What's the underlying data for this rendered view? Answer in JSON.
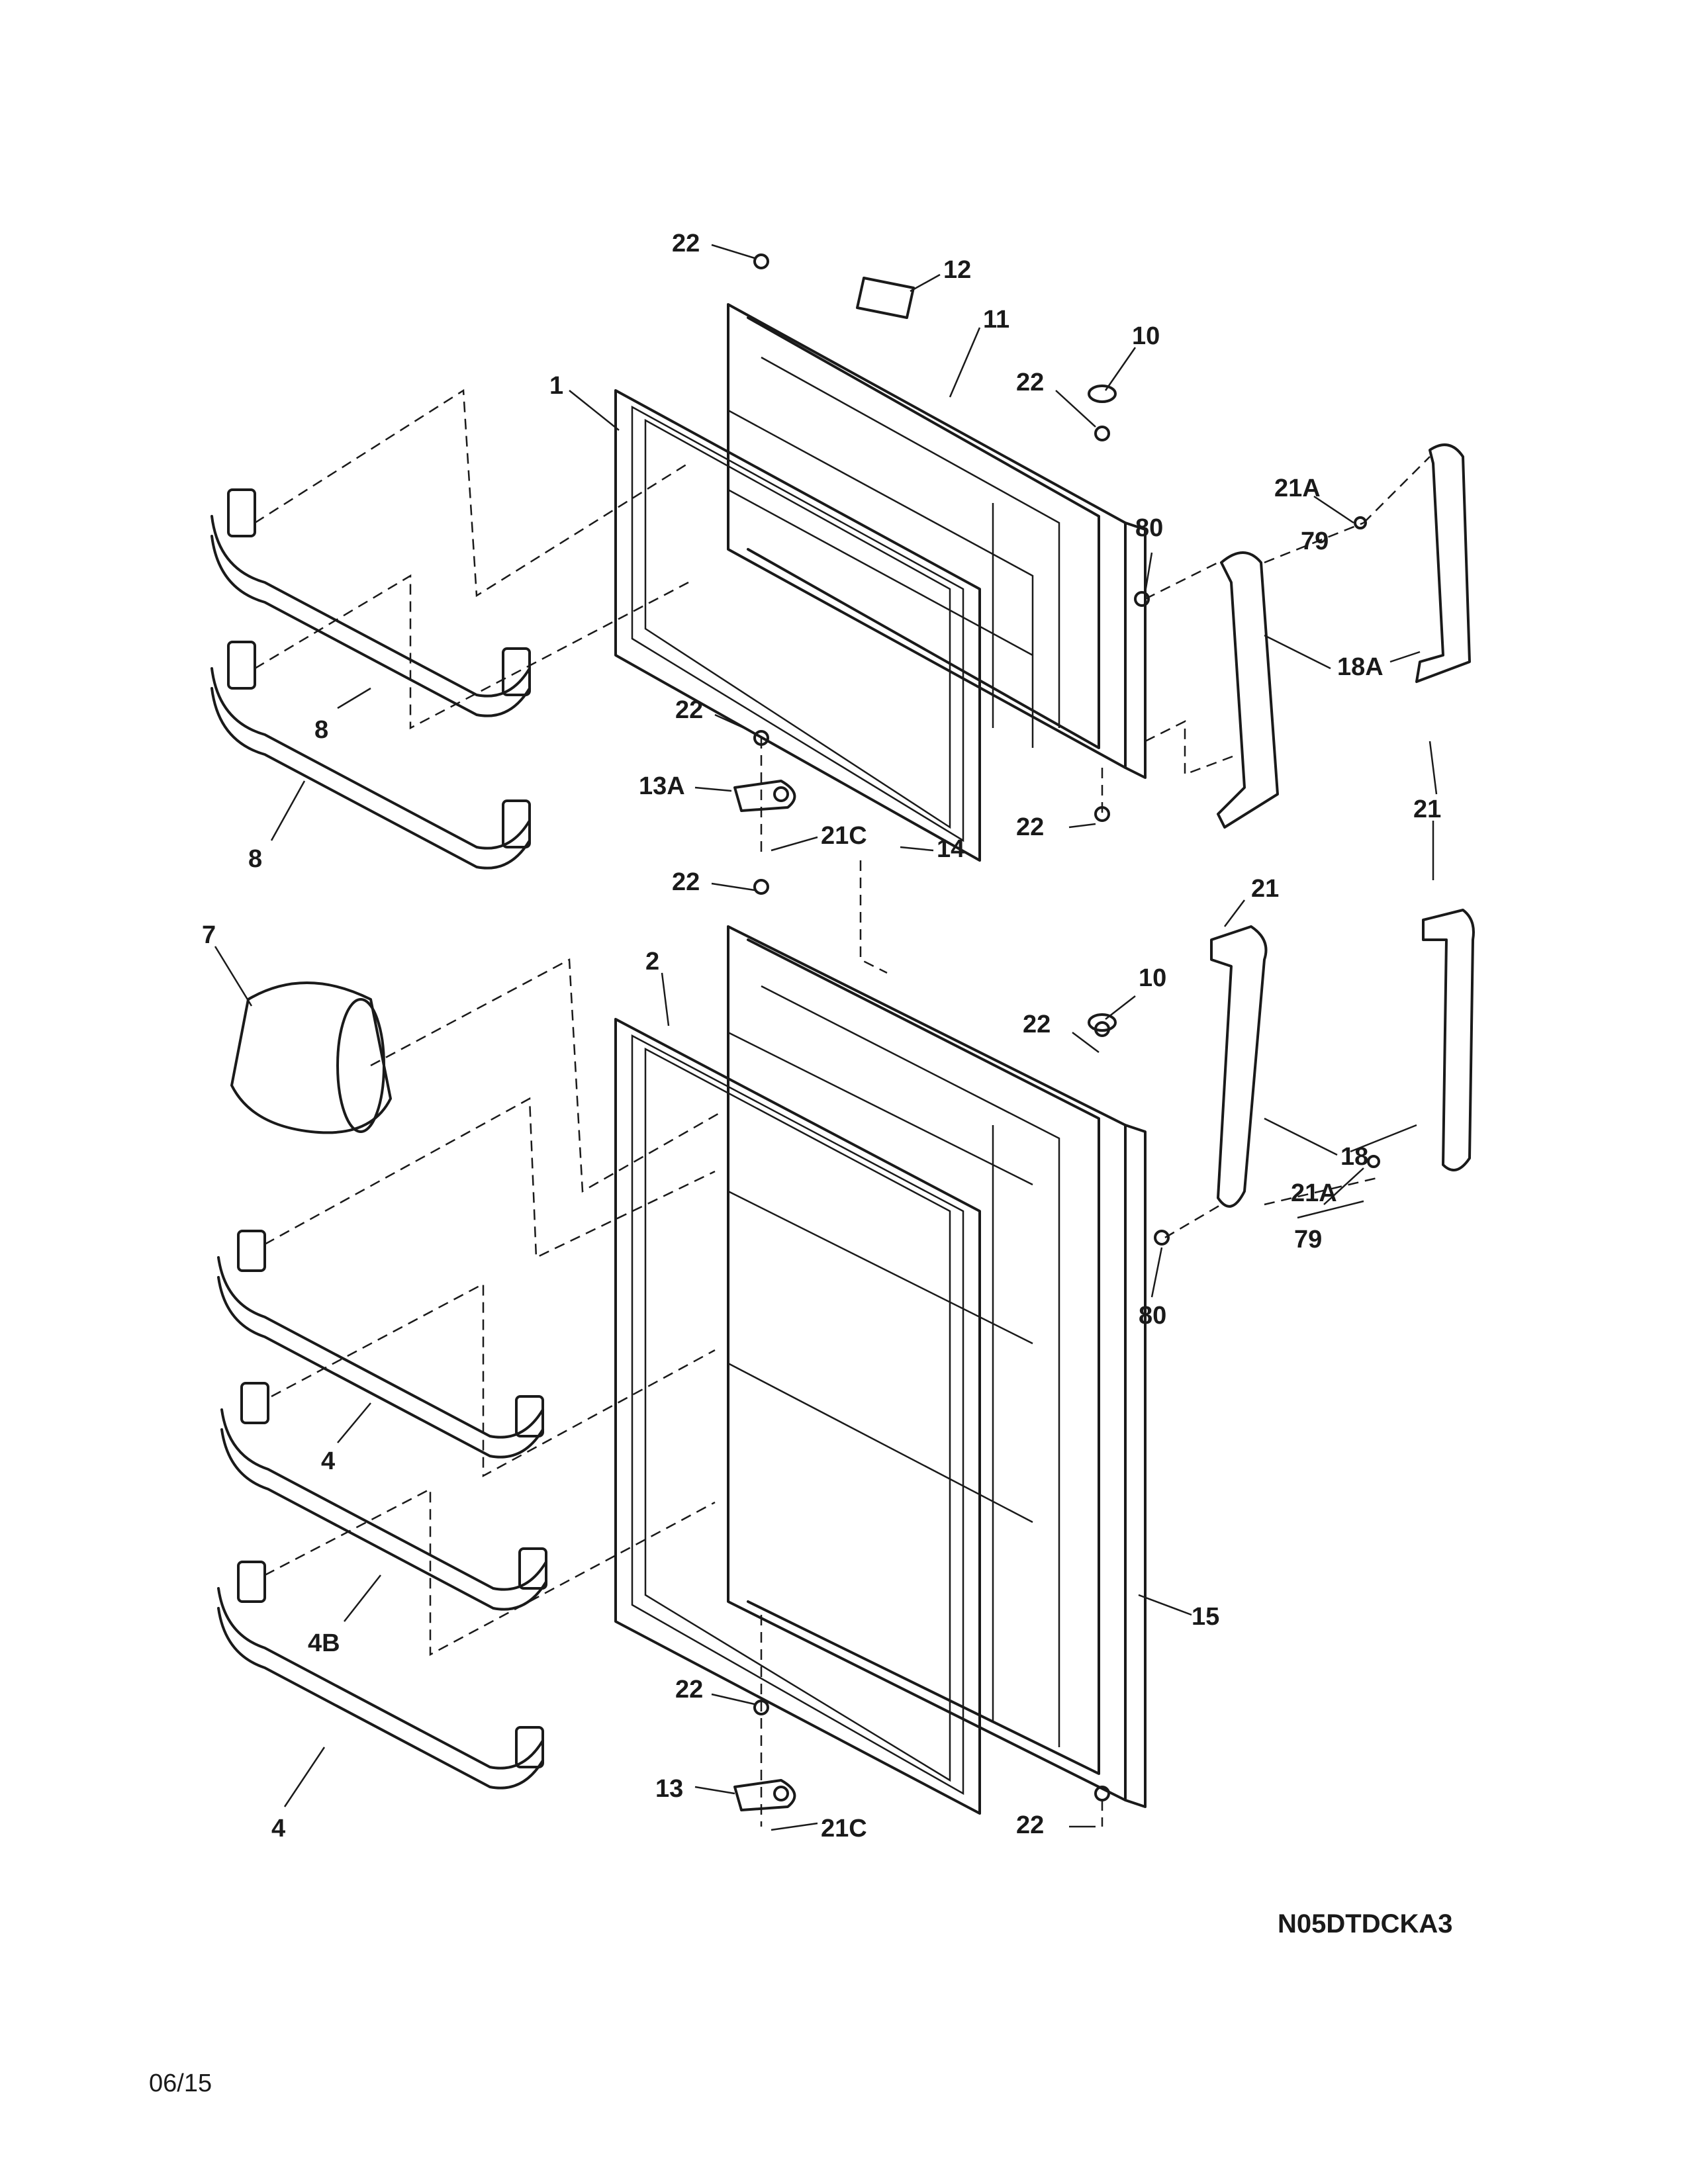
{
  "diagram_code": "N05DTDCKA3",
  "date": "06/15",
  "callouts": {
    "c22_top": "22",
    "c12": "12",
    "c11": "11",
    "c10_top": "10",
    "c22_hinge_top": "22",
    "c1": "1",
    "c21A_top": "21A",
    "c79_top": "79",
    "c80_top": "80",
    "c18A": "18A",
    "c8_a": "8",
    "c8_b": "8",
    "c22_mid_a": "22",
    "c13A": "13A",
    "c21C_top": "21C",
    "c14": "14",
    "c22_freezer_bottom": "22",
    "c21_right": "21",
    "c22_fresh_top": "22",
    "c21_mid": "21",
    "c7": "7",
    "c2": "2",
    "c10_mid": "10",
    "c22_hinge_mid": "22",
    "c18": "18",
    "c21A_mid": "21A",
    "c79_mid": "79",
    "c80_mid": "80",
    "c4_a": "4",
    "c15": "15",
    "c4B": "4B",
    "c22_bottom_hinge": "22",
    "c13": "13",
    "c21C_bottom": "21C",
    "c22_fresh_bottom": "22",
    "c4_b": "4"
  }
}
